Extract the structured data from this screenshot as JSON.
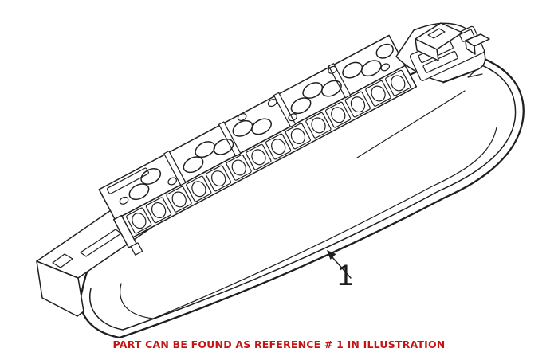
{
  "illustration": {
    "description": "Technical line drawing of an elongated third brake light assembly shown at a diagonal angle, with LED strip holes, end mounting bracket and connector tabs",
    "background_color": "#ffffff",
    "line_color": "#1f1f1f",
    "callout": {
      "label": "1",
      "color": "#1c1c1c"
    },
    "caption": {
      "text": "PART CAN BE FOUND AS REFERENCE # 1 IN ILLUSTRATION",
      "color": "#c41414"
    }
  }
}
